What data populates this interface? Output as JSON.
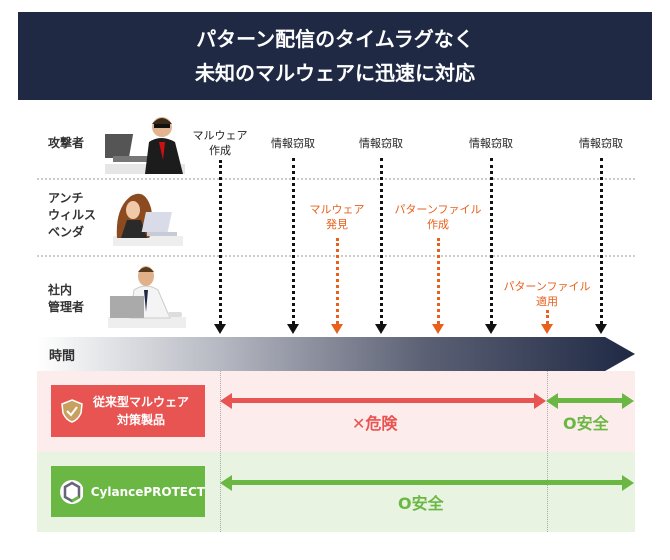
{
  "title": {
    "line1": "パターン配信のタイムラグなく",
    "line2": "未知のマルウェアに迅速に対応"
  },
  "actors": [
    {
      "label_lines": [
        "攻撃者"
      ]
    },
    {
      "label_lines": [
        "アンチ",
        "ウィルス",
        "ベンダ"
      ]
    },
    {
      "label_lines": [
        "社内",
        "管理者"
      ]
    }
  ],
  "events": {
    "attacker": [
      {
        "lines": [
          "マルウェア",
          "作成"
        ]
      },
      {
        "lines": [
          "情報窃取"
        ]
      },
      {
        "lines": [
          "情報窃取"
        ]
      },
      {
        "lines": [
          "情報窃取"
        ]
      },
      {
        "lines": [
          "情報窃取"
        ]
      }
    ],
    "vendor": [
      {
        "lines": [
          "マルウェア",
          "発見"
        ]
      },
      {
        "lines": [
          "パターンファイル",
          "作成"
        ]
      }
    ],
    "admin": [
      {
        "lines": [
          "パターンファイル",
          "適用"
        ]
      }
    ]
  },
  "timeline": {
    "label": "時間"
  },
  "products": [
    {
      "name_lines": [
        "従来型マルウェア",
        "対策製品"
      ],
      "danger": "✕危険",
      "safe": "O安全",
      "icon": "shield-check-icon"
    },
    {
      "name": "CylancePROTECT",
      "safe": "O安全",
      "icon": "cylance-logo-icon"
    }
  ],
  "colors": {
    "navy": "#1f2944",
    "orange": "#e8601c",
    "red": "#e85451",
    "green": "#6ab843",
    "red_bg": "#fdecec",
    "green_bg": "#e8f3e1"
  }
}
